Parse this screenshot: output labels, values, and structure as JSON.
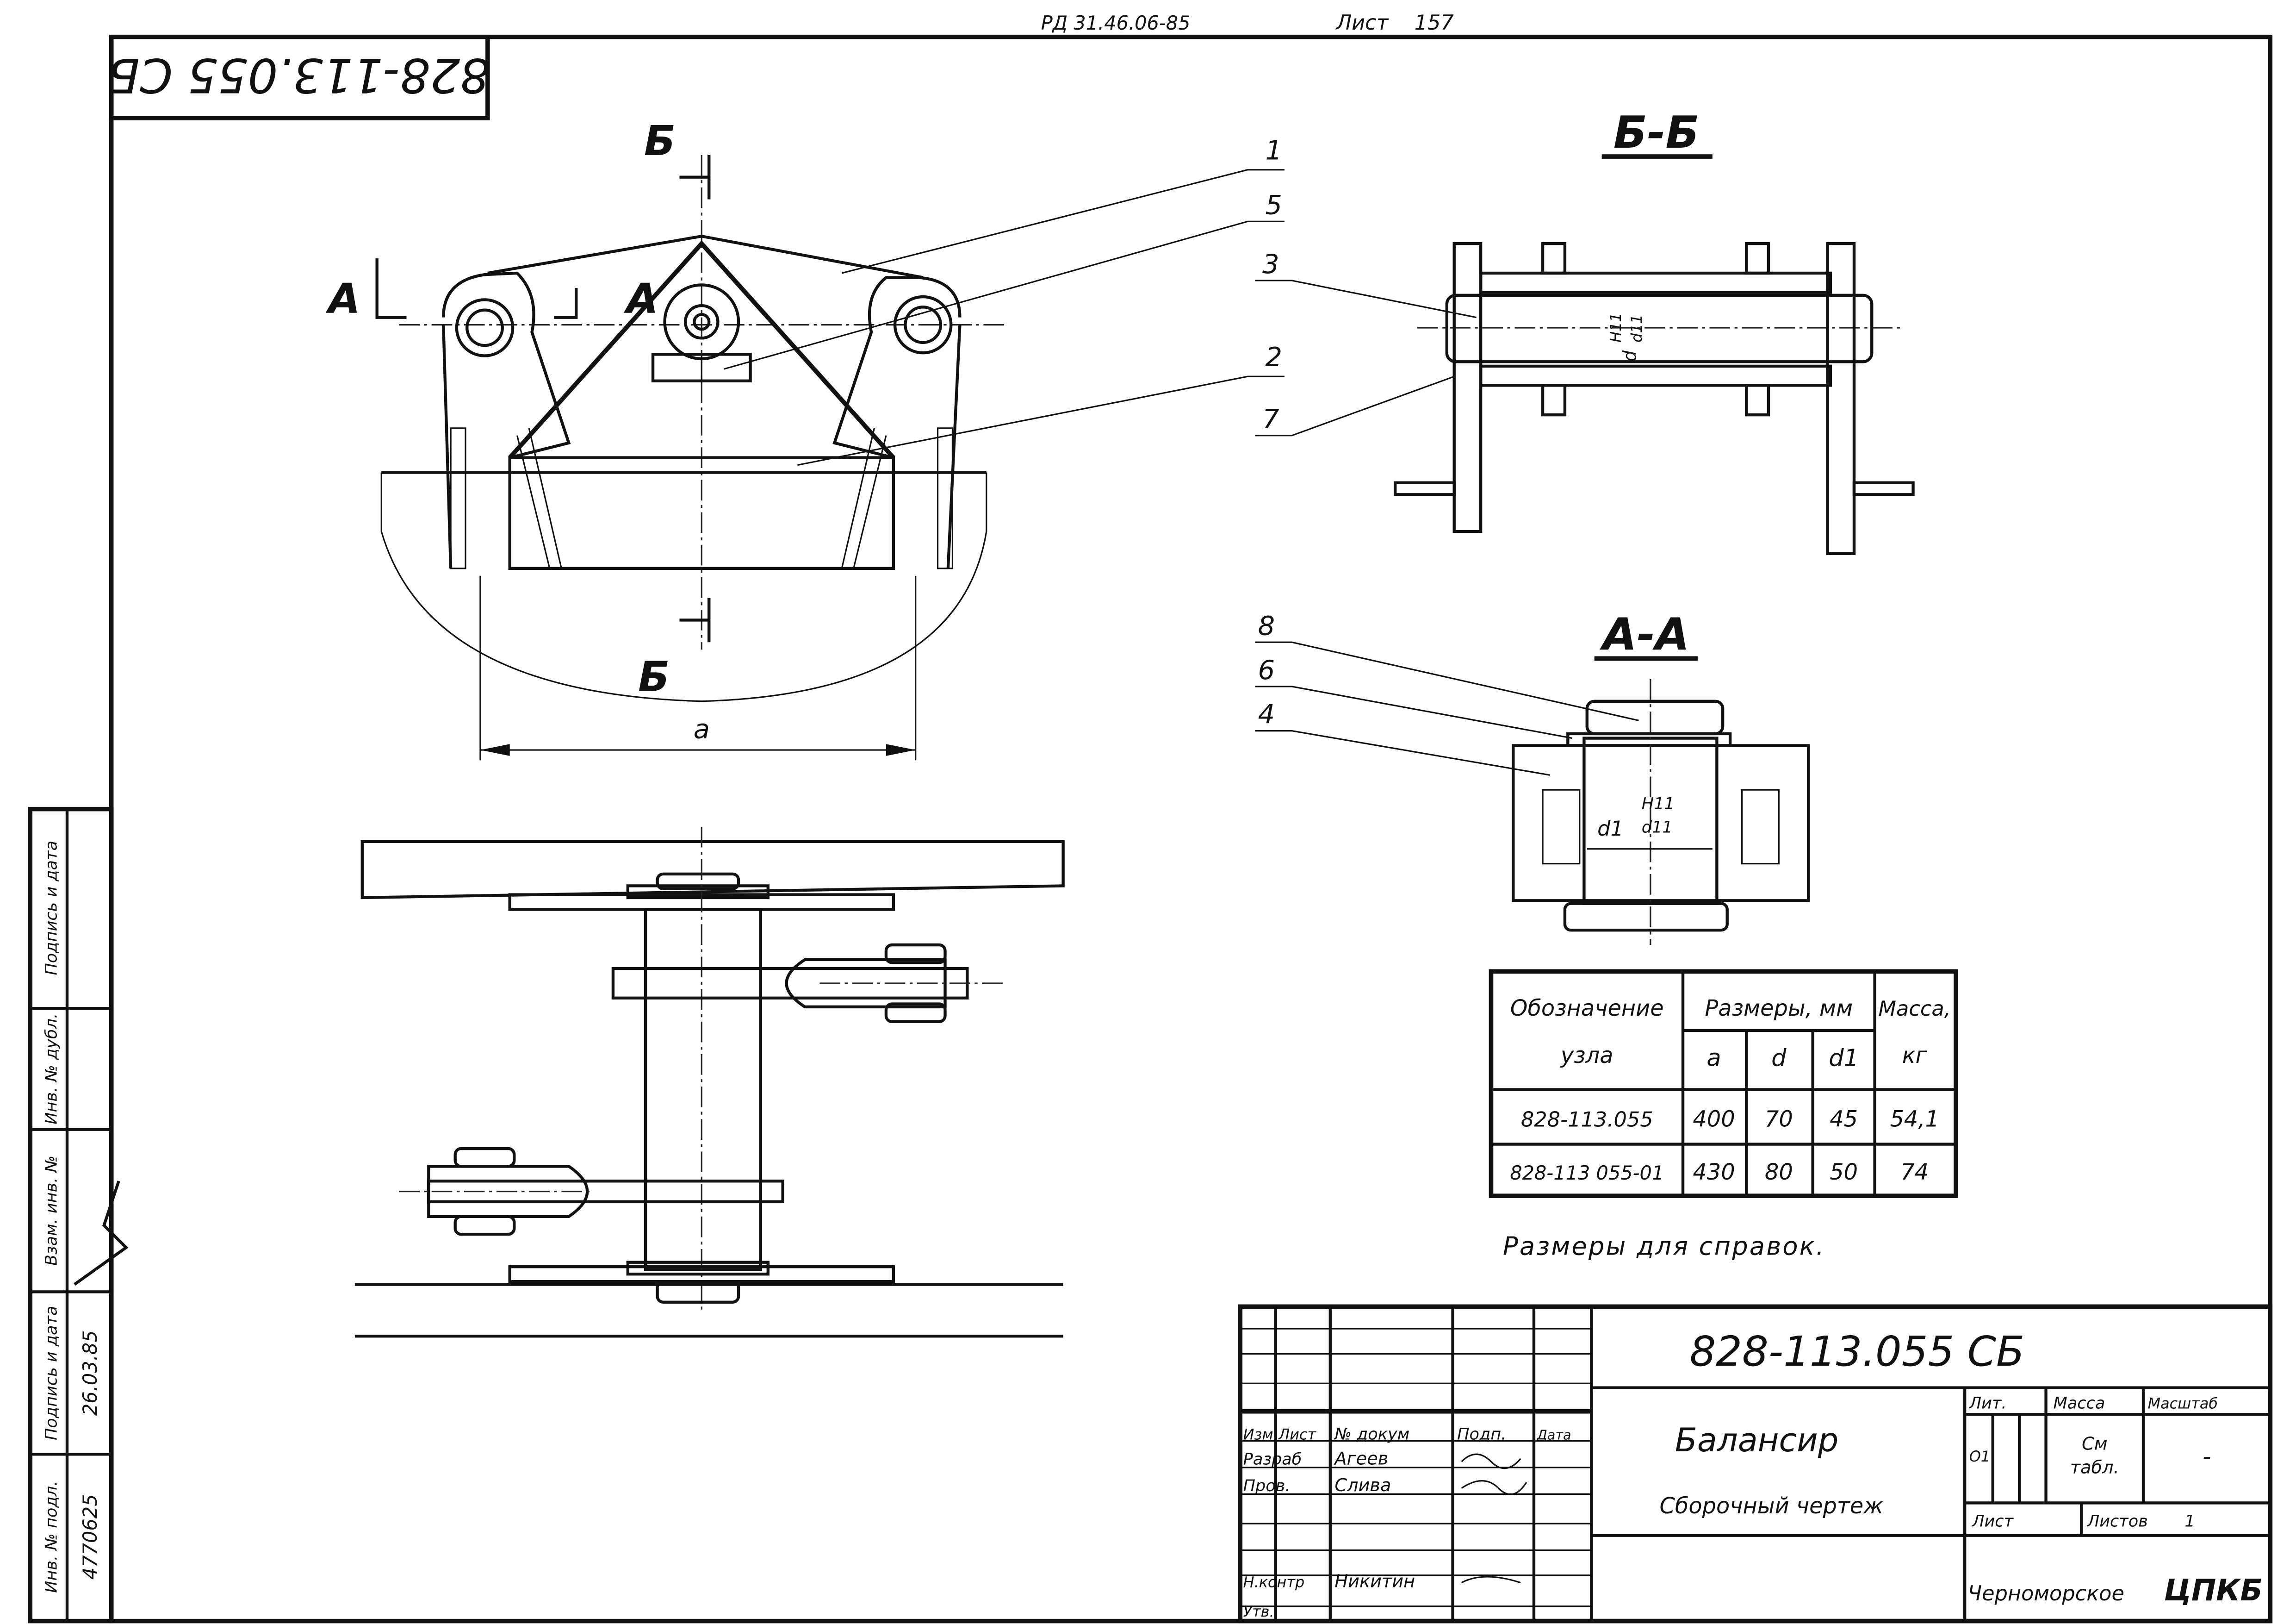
{
  "header": {
    "document_code": "РД 31.46.06-85",
    "sheet_label": "Лист",
    "sheet_number": "157"
  },
  "corner_stamp": {
    "code_mirrored": "828-113.055 СБ"
  },
  "views": {
    "section_bb_title": "Б-Б",
    "section_aa_title": "А-А",
    "cut_mark_b": "Б",
    "cut_mark_a": "А",
    "dimension_a": "a",
    "fit_d": "d",
    "fit_d1": "d1",
    "fit_upper": "H11",
    "fit_lower": "d11"
  },
  "callouts": [
    "1",
    "5",
    "2",
    "3",
    "7",
    "8",
    "6",
    "4"
  ],
  "table": {
    "headers": {
      "designation_line1": "Обозначение",
      "designation_line2": "узла",
      "dimensions": "Размеры, мм",
      "mass_line1": "Масса,",
      "mass_line2": "кг",
      "a": "a",
      "d": "d",
      "d1": "d1"
    },
    "rows": [
      {
        "designation": "828-113.055",
        "a": "400",
        "d": "70",
        "d1": "45",
        "mass": "54,1"
      },
      {
        "designation": "828-113 055-01",
        "a": "430",
        "d": "80",
        "d1": "50",
        "mass": "74"
      }
    ],
    "note": "Размеры для справок."
  },
  "title_block": {
    "code": "828-113.055 СБ",
    "name": "Балансир",
    "doc_type": "Сборочный чертеж",
    "col_headers": [
      "Изм",
      "Лист",
      "№ докум",
      "Подп.",
      "Дата"
    ],
    "rows": [
      {
        "role": "Разраб",
        "name": "Агеев"
      },
      {
        "role": "Пров.",
        "name": "Слива"
      },
      {
        "role": "Н.контр",
        "name": "Никитин"
      },
      {
        "role": "Утв.",
        "name": ""
      }
    ],
    "lit_label": "Лит.",
    "mass_label": "Масса",
    "scale_label": "Масштаб",
    "lit_value": "О1",
    "mass_value_line1": "См",
    "mass_value_line2": "табл.",
    "scale_value": "-",
    "sheet_label": "Лист",
    "sheets_label": "Листов",
    "sheets_value": "1",
    "organization": "Черноморское",
    "organization_code": "ЦПКБ"
  },
  "left_strip": {
    "labels": [
      "Подпись и дата",
      "Инв. № дубл.",
      "Взам. инв. №",
      "Подпись и дата",
      "Инв. № подл."
    ],
    "values": [
      "",
      "",
      "",
      "26.03.85",
      "4770625"
    ]
  }
}
